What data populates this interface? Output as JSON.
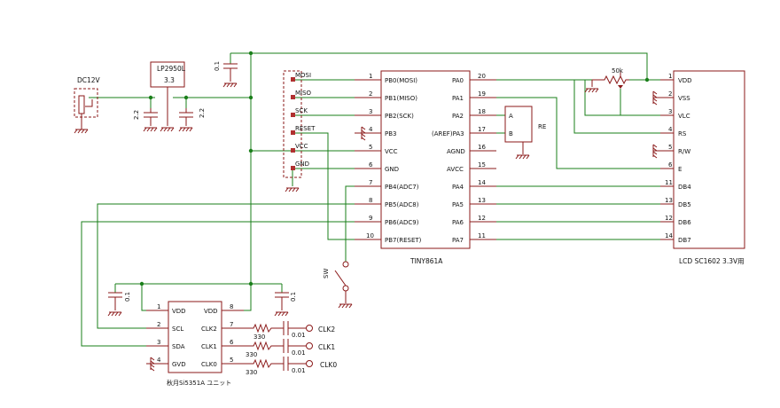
{
  "power": {
    "label": "DC12V"
  },
  "regulator": {
    "name": "LP2950L",
    "voltage": "3.3"
  },
  "caps": {
    "c1": "0.1",
    "c2a": "2.2",
    "c2b": "2.2",
    "c3": "0.1",
    "c4": "0.1",
    "c5": "0.01",
    "c6": "0.01",
    "c7": "0.01"
  },
  "resistors": {
    "r1": "330",
    "r2": "330",
    "r3": "330",
    "pot": "50k"
  },
  "isp": {
    "pins": [
      "MOSI",
      "MISO",
      "SCK",
      "RESET",
      "VCC",
      "GND"
    ]
  },
  "mcu": {
    "name": "TINY861A",
    "left": [
      {
        "num": "1",
        "name": "PB0(MOSI)"
      },
      {
        "num": "2",
        "name": "PB1(MISO)"
      },
      {
        "num": "3",
        "name": "PB2(SCK)"
      },
      {
        "num": "4",
        "name": "PB3"
      },
      {
        "num": "5",
        "name": "VCC"
      },
      {
        "num": "6",
        "name": "GND"
      },
      {
        "num": "7",
        "name": "PB4(ADC7)"
      },
      {
        "num": "8",
        "name": "PB5(ADC8)"
      },
      {
        "num": "9",
        "name": "PB6(ADC9)"
      },
      {
        "num": "10",
        "name": "PB7(RESET)"
      }
    ],
    "right": [
      {
        "num": "20",
        "name": "PA0"
      },
      {
        "num": "19",
        "name": "PA1"
      },
      {
        "num": "18",
        "name": "PA2"
      },
      {
        "num": "17",
        "name": "(AREF)PA3"
      },
      {
        "num": "16",
        "name": "AGND"
      },
      {
        "num": "15",
        "name": "AVCC"
      },
      {
        "num": "14",
        "name": "PA4"
      },
      {
        "num": "13",
        "name": "PA5"
      },
      {
        "num": "12",
        "name": "PA6"
      },
      {
        "num": "11",
        "name": "PA7"
      }
    ]
  },
  "encoder": {
    "label": "RE",
    "a": "A",
    "b": "B"
  },
  "lcd": {
    "name": "LCD SC1602 3.3V用",
    "pins": [
      {
        "num": "1",
        "name": "VDD"
      },
      {
        "num": "2",
        "name": "VSS"
      },
      {
        "num": "3",
        "name": "VLC"
      },
      {
        "num": "4",
        "name": "RS"
      },
      {
        "num": "5",
        "name": "R/W"
      },
      {
        "num": "6",
        "name": "E"
      },
      {
        "num": "11",
        "name": "DB4"
      },
      {
        "num": "13",
        "name": "DB5"
      },
      {
        "num": "12",
        "name": "DB6"
      },
      {
        "num": "14",
        "name": "DB7"
      }
    ]
  },
  "switch": {
    "label": "SW"
  },
  "si5351": {
    "name": "秋月Si5351A ユニット",
    "left": [
      {
        "num": "1",
        "name": "VDD"
      },
      {
        "num": "2",
        "name": "SCL"
      },
      {
        "num": "3",
        "name": "SDA"
      },
      {
        "num": "4",
        "name": "GVD"
      }
    ],
    "right": [
      {
        "num": "8",
        "name": "VDD"
      },
      {
        "num": "7",
        "name": "CLK2"
      },
      {
        "num": "6",
        "name": "CLK1"
      },
      {
        "num": "5",
        "name": "CLK0"
      }
    ]
  },
  "outputs": [
    "CLK2",
    "CLK1",
    "CLK0"
  ]
}
